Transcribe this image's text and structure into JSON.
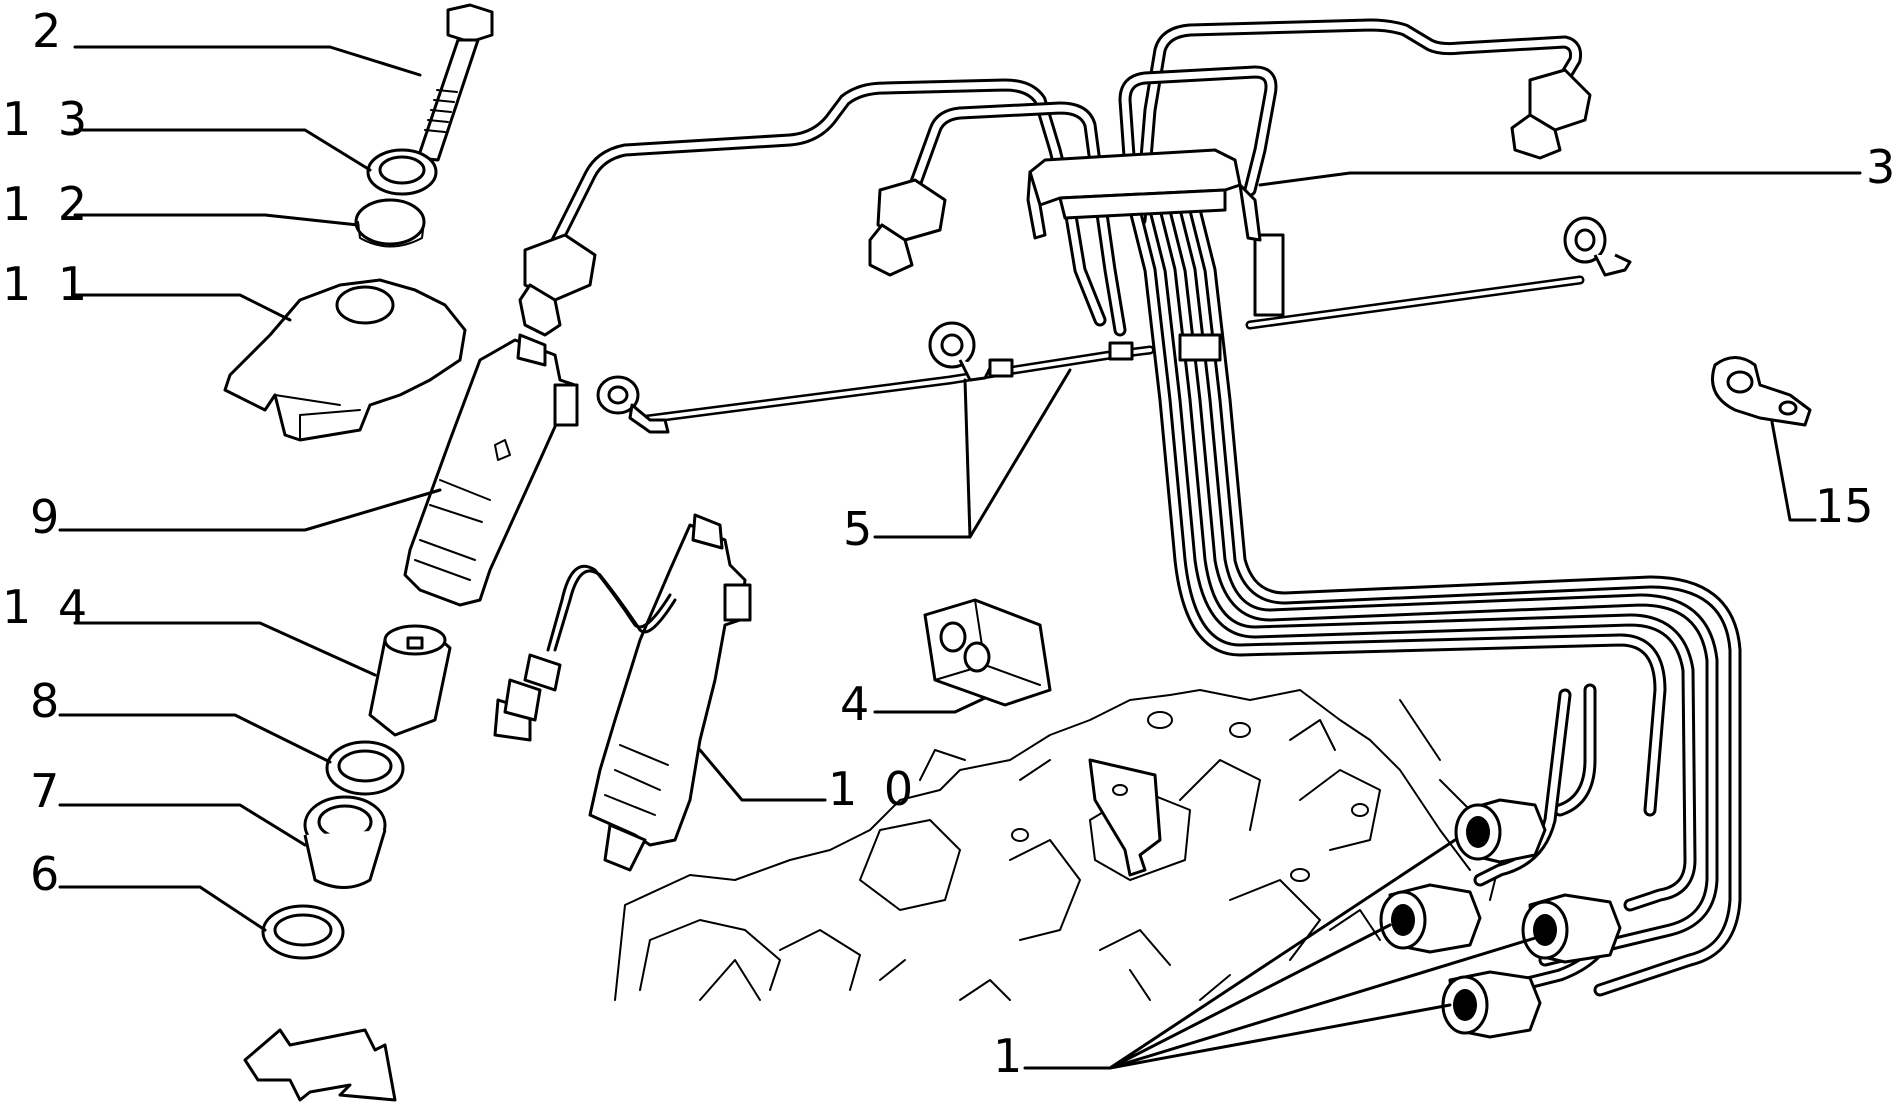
{
  "diagram": {
    "callouts": [
      {
        "id": "2",
        "text": "2"
      },
      {
        "id": "13",
        "text": "1 3"
      },
      {
        "id": "12",
        "text": "1 2"
      },
      {
        "id": "11",
        "text": "1 1"
      },
      {
        "id": "9",
        "text": "9"
      },
      {
        "id": "14",
        "text": "1 4"
      },
      {
        "id": "8",
        "text": "8"
      },
      {
        "id": "7",
        "text": "7"
      },
      {
        "id": "6",
        "text": "6"
      },
      {
        "id": "3",
        "text": "3"
      },
      {
        "id": "5",
        "text": "5"
      },
      {
        "id": "4",
        "text": "4"
      },
      {
        "id": "10",
        "text": "1 0"
      },
      {
        "id": "15",
        "text": "15"
      },
      {
        "id": "1",
        "text": "1"
      }
    ]
  }
}
